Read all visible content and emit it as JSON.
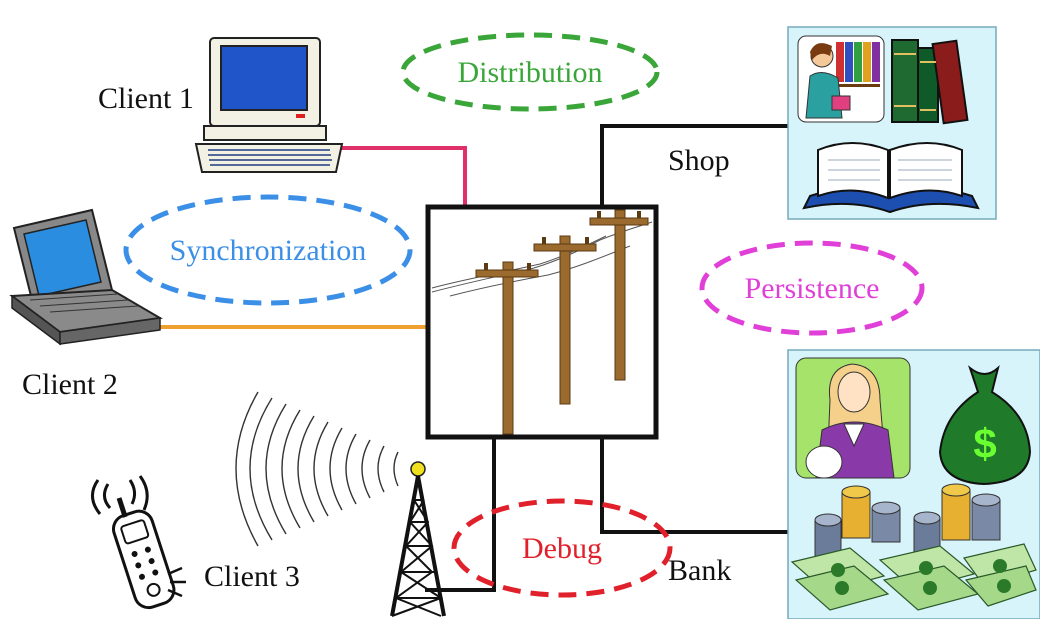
{
  "labels": {
    "client1": "Client 1",
    "client2": "Client 2",
    "client3": "Client 3",
    "shop": "Shop",
    "bank": "Bank"
  },
  "bubbles": {
    "distribution": "Distribution",
    "synchronization": "Synchronization",
    "persistence": "Persistence",
    "debug": "Debug"
  },
  "colors": {
    "distribution": "#3aa63a",
    "synchronization": "#3c8fe6",
    "persistence": "#e040d8",
    "debug": "#e0202a",
    "client1_link": "#e0306a",
    "client2_link": "#f0a030",
    "link": "#111111"
  },
  "icons": [
    "desktop-computer-icon",
    "laptop-icon",
    "cell-phone-icon",
    "radio-tower-icon",
    "power-lines-icon",
    "library-books-icon",
    "banker-money-icon"
  ]
}
